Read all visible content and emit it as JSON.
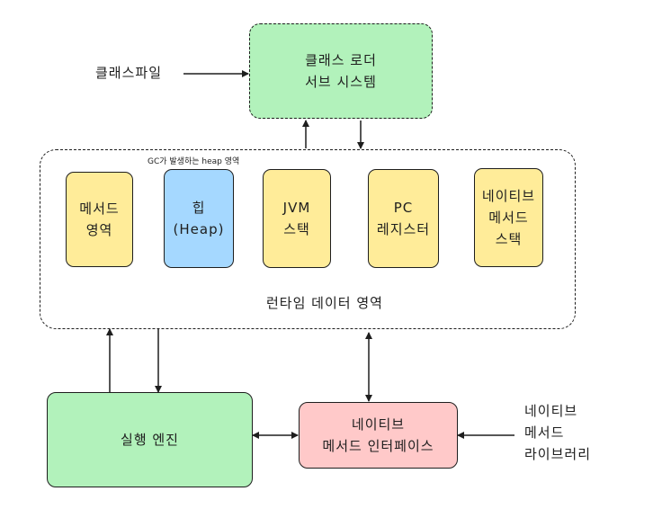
{
  "nodes": {
    "class_loader": "클래스 로더\n서브 시스템",
    "method_area": "메서드\n영역",
    "heap": "힙\n(Heap)",
    "jvm_stack": "JVM\n스택",
    "pc_register": "PC\n레지스터",
    "native_method_stack": "네이티브\n메서드\n스택",
    "execution_engine": "실행 엔진",
    "native_interface": "네이티브\n메서드 인터페이스"
  },
  "labels": {
    "class_file": "클래스파일",
    "heap_note": "GC가 발생하는 heap 영역",
    "runtime_data_area": "런타임 데이터 영역",
    "native_library": "네이티브\n메서드\n라이브러리"
  },
  "colors": {
    "stroke": "#1e1e1e",
    "green": "#b2f2bb",
    "yellow": "#ffec99",
    "blue": "#a5d8ff",
    "pink": "#ffc9c9"
  }
}
